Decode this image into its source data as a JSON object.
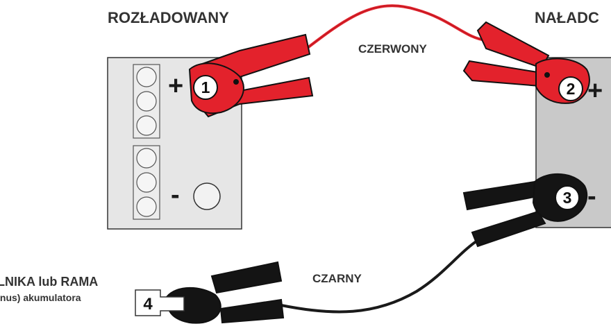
{
  "labels": {
    "discharged": "ROZŁADOWANY",
    "charged": "NAŁADC",
    "red_cable": "CZERWONY",
    "black_cable": "CZARNY",
    "ground_line1": "LNIKA lub RAMA",
    "ground_line2": "inus) akumulatora"
  },
  "terminals": {
    "plus": "+",
    "minus": "-",
    "step1": "1",
    "step2": "2",
    "step3": "3",
    "step4": "4"
  },
  "colors": {
    "red_clamp": "#e3222c",
    "red_cable": "#e3222c",
    "black_clamp": "#141414",
    "black_cable": "#1a1a1a",
    "battery_discharged": "#e6e6e6",
    "battery_charged": "#c9c9c9",
    "outline": "#333333"
  }
}
